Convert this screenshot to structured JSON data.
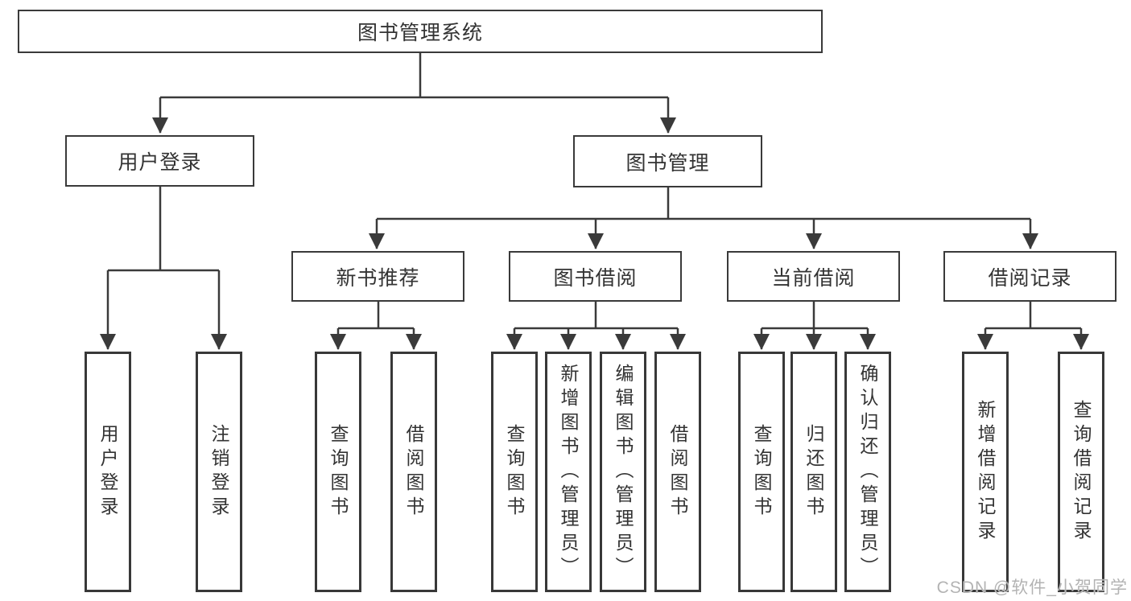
{
  "colors": {
    "line": "#3a3a3a",
    "box_border": "#383838",
    "text": "#333333",
    "watermark": "#b3b3b3",
    "background": "#ffffff"
  },
  "watermark": {
    "text": "CSDN @软件_小贺同学"
  },
  "tree": {
    "label": "图书管理系统",
    "children": [
      {
        "label": "用户登录",
        "children": [
          {
            "label": "用户登录"
          },
          {
            "label": "注销登录"
          }
        ]
      },
      {
        "label": "图书管理",
        "children": [
          {
            "label": "新书推荐",
            "children": [
              {
                "label": "查询图书"
              },
              {
                "label": "借阅图书"
              }
            ]
          },
          {
            "label": "图书借阅",
            "children": [
              {
                "label": "查询图书"
              },
              {
                "label": "新增图书（管理员）"
              },
              {
                "label": "编辑图书（管理员）"
              },
              {
                "label": "借阅图书"
              }
            ]
          },
          {
            "label": "当前借阅",
            "children": [
              {
                "label": "查询图书"
              },
              {
                "label": "归还图书"
              },
              {
                "label": "确认归还（管理员）"
              }
            ]
          },
          {
            "label": "借阅记录",
            "children": [
              {
                "label": "新增借阅记录"
              },
              {
                "label": "查询借阅记录"
              }
            ]
          }
        ]
      }
    ]
  }
}
